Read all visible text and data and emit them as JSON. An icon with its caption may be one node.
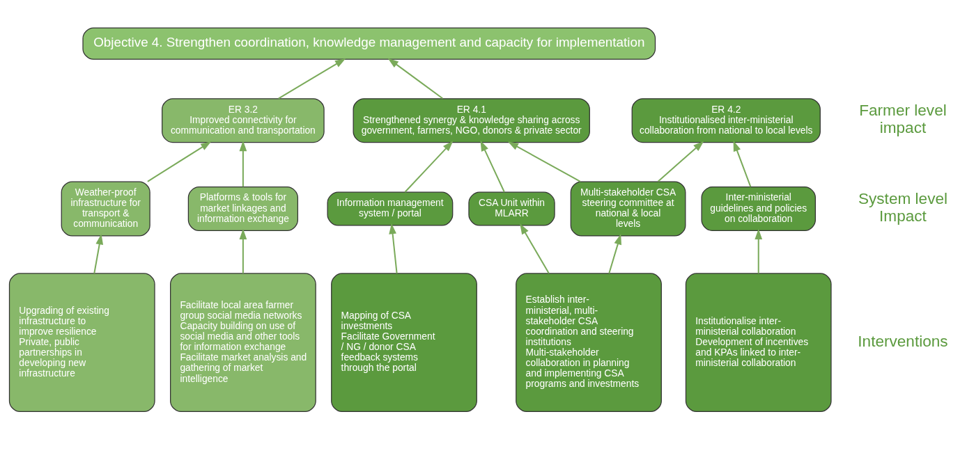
{
  "diagram": {
    "nodes": [
      {
        "text": [
          "Objective 4. Strengthen coordination, knowledge management and capacity for implementation"
        ]
      },
      {
        "text": [
          "ER 3.2",
          "Improved connectivity for communication and transportation"
        ]
      },
      {
        "text": [
          "ER 4.1",
          "Strengthened synergy & knowledge sharing across government, farmers, NGO, donors & private sector"
        ]
      },
      {
        "text": [
          "ER 4.2",
          "Institutionalised inter-ministerial collaboration from national to local levels"
        ]
      },
      {
        "text": [
          "Platforms & tools for market linkages and information exchange"
        ]
      },
      {
        "text": [
          "Weather-proof infrastructure for transport & communication"
        ]
      },
      {
        "text": [
          "Information management system / portal"
        ]
      },
      {
        "text": [
          "CSA Unit within MLARR"
        ]
      },
      {
        "text": [
          "Multi-stakeholder CSA steering committee at national & local levels"
        ]
      },
      {
        "text": [
          "Inter-ministerial guidelines and policies on collaboration"
        ]
      },
      {
        "text": [
          "Facilitate local area farmer group social media networks",
          "Capacity building on use of social media and other tools for information exchange",
          "Facilitate market analysis and gathering of market intelligence"
        ]
      },
      {
        "text": [
          "Upgrading of existing infrastructure to improve resilience",
          "Private, public partnerships in developing new infrastructure"
        ]
      },
      {
        "text": [
          "Mapping of CSA investments",
          "Facilitate Government / NG / donor CSA feedback systems through the portal"
        ]
      },
      {
        "text": [
          "Establish inter-ministerial, multi-stakeholder CSA coordination and steering institutions",
          "Multi-stakeholder collaboration in planning and implementing CSA programs and investments"
        ]
      },
      {
        "text": [
          "Institutionalise inter-ministerial collaboration",
          "Development of incentives and KPAs linked to inter-ministerial collaboration"
        ]
      }
    ],
    "edges": [
      {
        "from": 1,
        "to": 0,
        "arrow": "to"
      },
      {
        "from": 2,
        "to": 0,
        "arrow": "to"
      },
      {
        "from": 4,
        "to": 1,
        "arrow": "to"
      },
      {
        "from": 5,
        "to": 1,
        "arrow": "to"
      },
      {
        "from": 6,
        "to": 2,
        "arrow": "to"
      },
      {
        "from": 7,
        "to": 2,
        "arrow": "to"
      },
      {
        "from": 8,
        "to": 2,
        "arrow": "to"
      },
      {
        "from": 8,
        "to": 3,
        "arrow": "to"
      },
      {
        "from": 9,
        "to": 3,
        "arrow": "to"
      },
      {
        "from": 10,
        "to": 4,
        "arrow": "to"
      },
      {
        "from": 11,
        "to": 5,
        "arrow": "to"
      },
      {
        "from": 12,
        "to": 6,
        "arrow": "to"
      },
      {
        "from": 13,
        "to": 7,
        "arrow": "to"
      },
      {
        "from": 13,
        "to": 8,
        "arrow": "to"
      },
      {
        "from": 14,
        "to": 9,
        "arrow": "to"
      }
    ],
    "labels": [
      "Farmer level impact",
      "System level Impact",
      "Interventions"
    ]
  }
}
